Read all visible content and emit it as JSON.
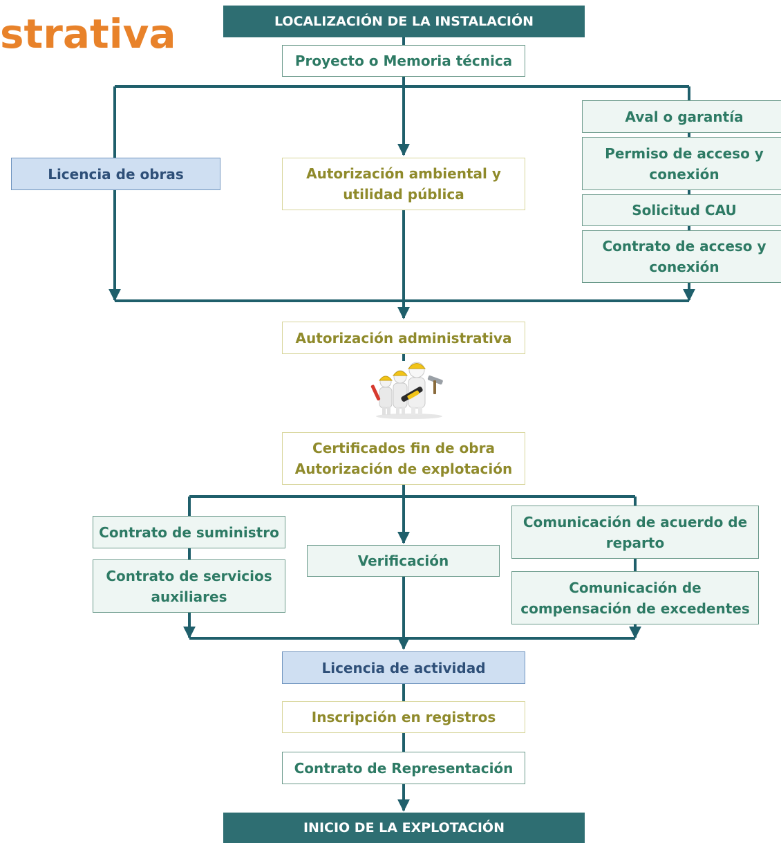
{
  "page_title_fragment": "strativa",
  "colors": {
    "header": "#2e6e72",
    "connector": "#1f5f6b",
    "title_orange": "#e8822a",
    "green_box": "#eef6f3",
    "green_text": "#2d7a64",
    "yellow_text": "#8f8a2b",
    "blue_box": "#cfdff2",
    "blue_text": "#2e4f78"
  },
  "flow": {
    "start": "LOCALIZACIÓN DE LA INSTALACIÓN",
    "proyecto": "Proyecto o Memoria técnica",
    "licencia_obras": "Licencia de obras",
    "autorizacion_ambiental": "Autorización ambiental y utilidad pública",
    "aval": "Aval o garantía",
    "permiso_acceso": "Permiso de acceso y conexión",
    "solicitud_cau": "Solicitud CAU",
    "contrato_acceso": "Contrato de acceso y conexión",
    "autorizacion_administrativa": "Autorización administrativa",
    "certificados_l1": "Certificados fin de obra",
    "certificados_l2": "Autorización de explotación",
    "contrato_suministro": "Contrato de suministro",
    "contrato_servicios": "Contrato de servicios auxiliares",
    "verificacion": "Verificación",
    "comunicacion_reparto": "Comunicación de acuerdo de reparto",
    "comunicacion_excedentes": "Comunicación de compensación de excedentes",
    "licencia_actividad": "Licencia de actividad",
    "inscripcion": "Inscripción en registros",
    "contrato_representacion": "Contrato de Representación",
    "end": "INICIO DE LA EXPLOTACIÓN"
  }
}
